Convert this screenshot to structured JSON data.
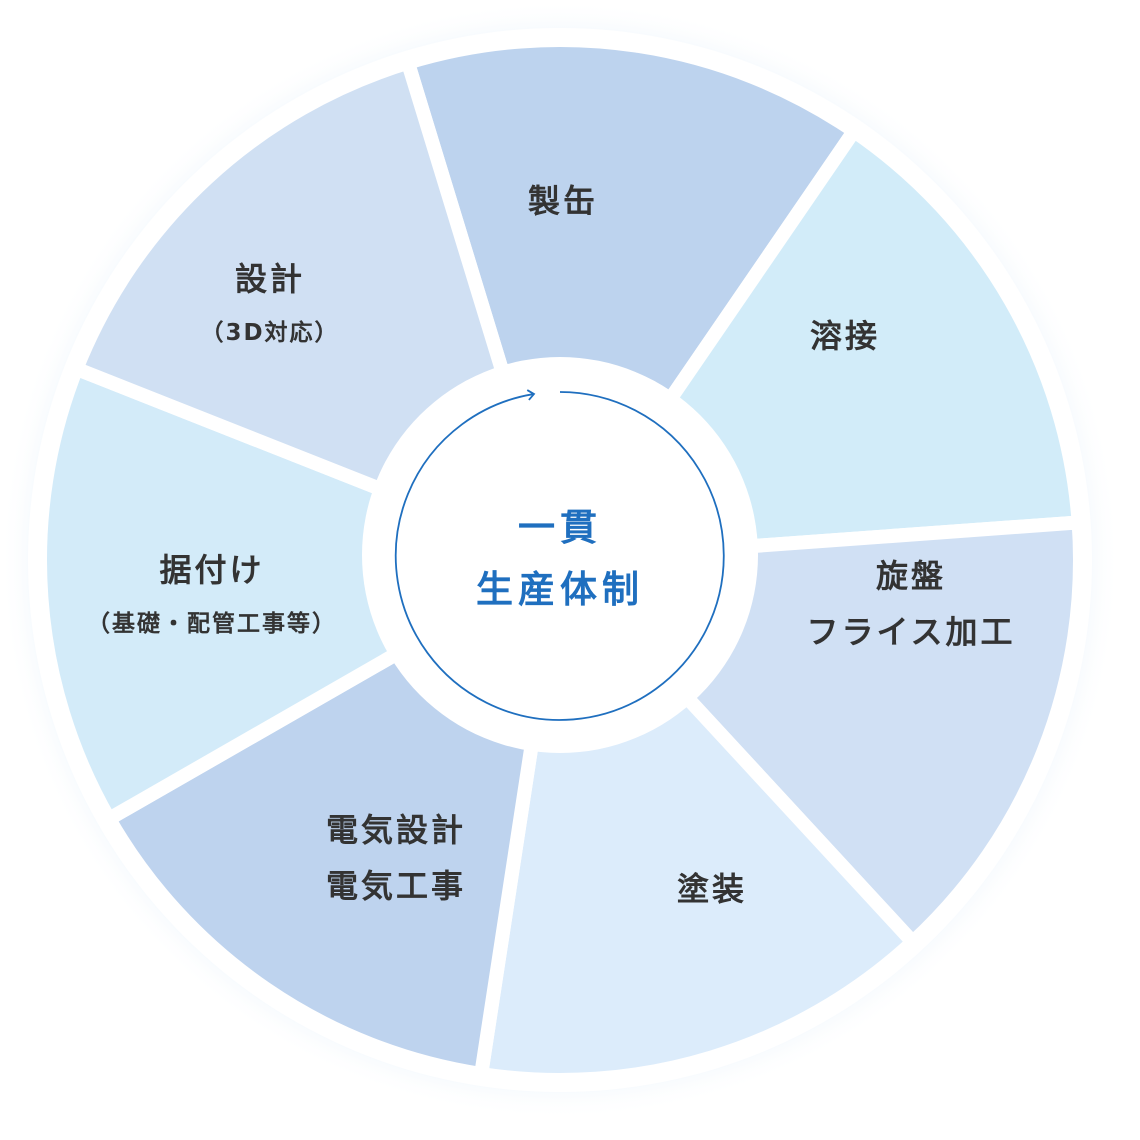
{
  "center": {
    "lines": [
      "一貫",
      "生産体制"
    ],
    "color": "#1f6fbf"
  },
  "segments": [
    {
      "lines": [
        "製缶"
      ],
      "sub": "",
      "color": "#bdd3ee"
    },
    {
      "lines": [
        "溶接"
      ],
      "sub": "",
      "color": "#d2ecf9"
    },
    {
      "lines": [
        "旋盤",
        "フライス加工"
      ],
      "sub": "",
      "color": "#d0e0f4"
    },
    {
      "lines": [
        "塗装"
      ],
      "sub": "",
      "color": "#dcecfb"
    },
    {
      "lines": [
        "電気設計",
        "電気工事"
      ],
      "sub": "",
      "color": "#bed3ee"
    },
    {
      "lines": [
        "据付け"
      ],
      "sub": "（基礎・配管工事等）",
      "color": "#d3ebf9"
    },
    {
      "lines": [
        "設計"
      ],
      "sub": "（3D対応）",
      "color": "#d0e0f3"
    }
  ]
}
